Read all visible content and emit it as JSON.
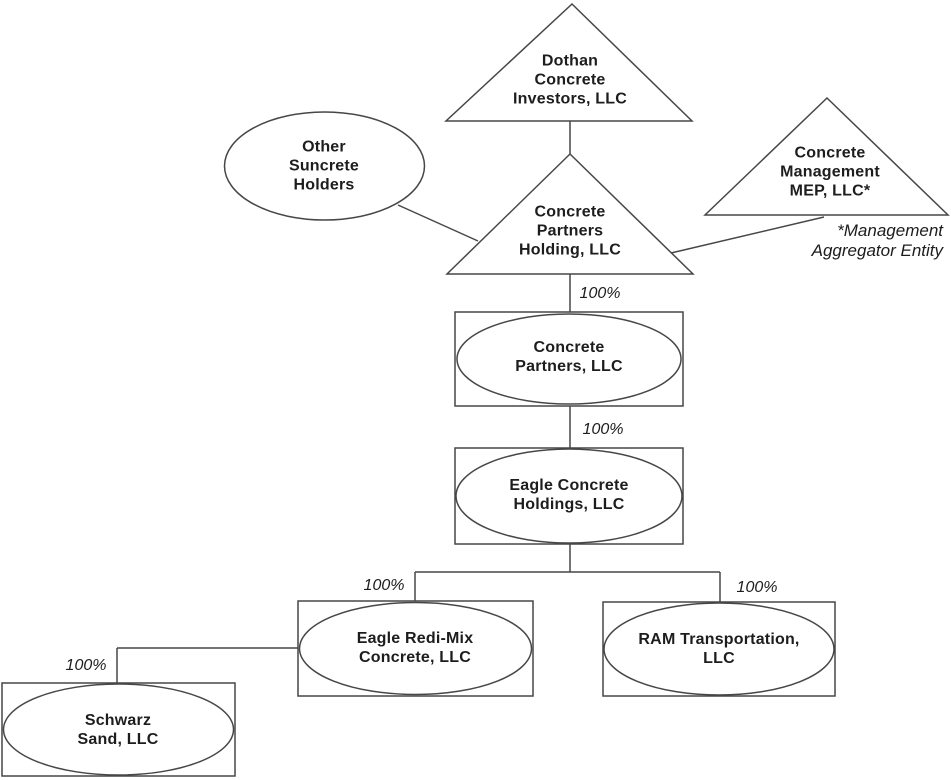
{
  "diagram": {
    "type": "org-structure-chart",
    "colors": {
      "background": "#ffffff",
      "stroke": "#474747",
      "text": "#1d1d1d"
    },
    "nodes": {
      "dothan": {
        "label": "Dothan\nConcrete\nInvestors, LLC",
        "shape": "triangle"
      },
      "concrete_management": {
        "label": "Concrete\nManagement\nMEP, LLC*",
        "shape": "triangle"
      },
      "other_suncrete": {
        "label": "Other\nSuncrete\nHolders",
        "shape": "ellipse"
      },
      "concrete_partners_holding": {
        "label": "Concrete\nPartners\nHolding, LLC",
        "shape": "triangle"
      },
      "concrete_partners": {
        "label": "Concrete\nPartners, LLC",
        "shape": "ellipse-in-rect"
      },
      "eagle_concrete_holdings": {
        "label": "Eagle Concrete\nHoldings, LLC",
        "shape": "ellipse-in-rect"
      },
      "eagle_redi_mix": {
        "label": "Eagle Redi-Mix\nConcrete, LLC",
        "shape": "ellipse-in-rect"
      },
      "ram_transportation": {
        "label": "RAM Transportation,\nLLC",
        "shape": "ellipse-in-rect"
      },
      "schwarz_sand": {
        "label": "Schwarz\nSand, LLC",
        "shape": "ellipse-in-rect"
      }
    },
    "ownership_labels": {
      "holding_to_partners": "100%",
      "partners_to_eagle_holdings": "100%",
      "eagle_holdings_to_redi_mix": "100%",
      "eagle_holdings_to_ram": "100%",
      "redi_mix_to_schwarz": "100%"
    },
    "footnote": "*Management\nAggregator Entity"
  }
}
